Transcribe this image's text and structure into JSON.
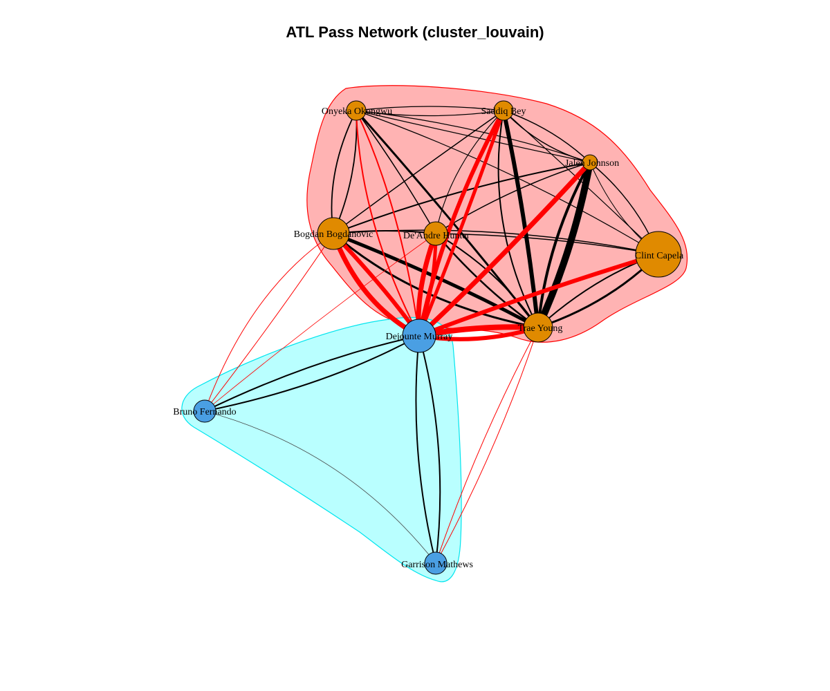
{
  "title": "ATL Pass Network (cluster_louvain)",
  "colors": {
    "cluster_a_fill": "#ffb3b3",
    "cluster_a_stroke": "#ff0000",
    "cluster_b_fill": "#b9ffff",
    "cluster_b_stroke": "#00e5ee",
    "cluster_a_node": "#e08a00",
    "cluster_b_node": "#4a9fe3",
    "intra_edge": "#000000",
    "inter_edge": "#ff0000"
  },
  "nodes": [
    {
      "id": "okongwu",
      "label": "Onyeka Okongwu",
      "cluster": "a"
    },
    {
      "id": "bey",
      "label": "Saddiq Bey",
      "cluster": "a"
    },
    {
      "id": "johnson",
      "label": "Jalen Johnson",
      "cluster": "a"
    },
    {
      "id": "bogdanovic",
      "label": "Bogdan Bogdanovic",
      "cluster": "a"
    },
    {
      "id": "hunter",
      "label": "De'Andre Hunter",
      "cluster": "a"
    },
    {
      "id": "capela",
      "label": "Clint Capela",
      "cluster": "a"
    },
    {
      "id": "young",
      "label": "Trae Young",
      "cluster": "a"
    },
    {
      "id": "murray",
      "label": "Dejounte Murray",
      "cluster": "b"
    },
    {
      "id": "fernando",
      "label": "Bruno Fernando",
      "cluster": "b"
    },
    {
      "id": "mathews",
      "label": "Garrison Mathews",
      "cluster": "b"
    }
  ]
}
